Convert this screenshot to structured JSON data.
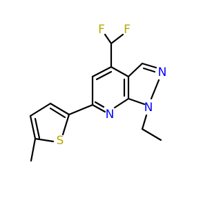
{
  "molecule": {
    "atoms": {
      "f_left": {
        "symbol": "F",
        "color": "#b6a800"
      },
      "f_right": {
        "symbol": "F",
        "color": "#b6a800"
      },
      "n_pyrazole_2": {
        "symbol": "N",
        "color": "#0000ff"
      },
      "n_pyrazole_1": {
        "symbol": "N",
        "color": "#0000ff"
      },
      "n_pyridine": {
        "symbol": "N",
        "color": "#0000ff"
      },
      "s_thiophene": {
        "symbol": "S",
        "color": "#b6a800"
      }
    },
    "bond_color": "#000000",
    "background": "#ffffff"
  }
}
